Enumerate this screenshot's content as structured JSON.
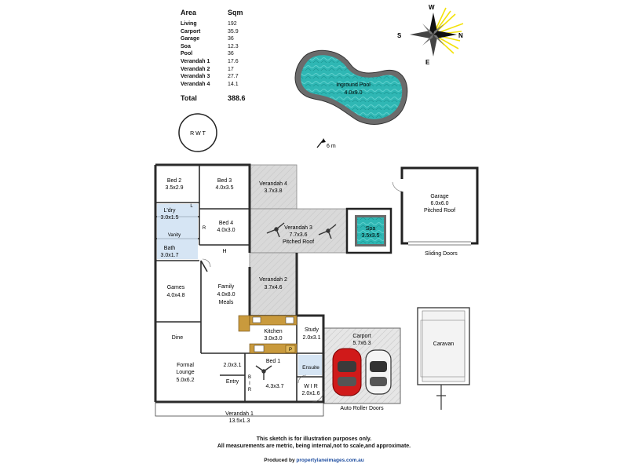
{
  "area_table": {
    "header_area": "Area",
    "header_sqm": "Sqm",
    "rows": [
      {
        "label": "Living",
        "value": "192"
      },
      {
        "label": "Carport",
        "value": "35.9"
      },
      {
        "label": "Garage",
        "value": "36"
      },
      {
        "label": "Soa",
        "value": "12.3"
      },
      {
        "label": "Pool",
        "value": "36"
      },
      {
        "label": "Verandah 1",
        "value": "17.6"
      },
      {
        "label": "Verandah 2",
        "value": "17"
      },
      {
        "label": "Verandah 3",
        "value": "27.7"
      },
      {
        "label": "Verandah 4",
        "value": "14.1"
      }
    ],
    "total_label": "Total",
    "total_value": "388.6"
  },
  "compass": {
    "n": "N",
    "s": "S",
    "e": "E",
    "w": "W"
  },
  "scale_label": "6 m",
  "rwt_label": "R W T",
  "rooms": {
    "bed2": {
      "name": "Bed 2",
      "dims": "3.5x2.9"
    },
    "bed3": {
      "name": "Bed 3",
      "dims": "4.0x3.5"
    },
    "bed4": {
      "name": "Bed 4",
      "dims": "4.0x3.0"
    },
    "ldry": {
      "name": "L'dry",
      "dims": "3.0x1.5"
    },
    "vanity": {
      "name": "Vanity"
    },
    "bath": {
      "name": "Bath",
      "dims": "3.0x1.7"
    },
    "games": {
      "name": "Games",
      "dims": "4.0x4.8"
    },
    "family": {
      "name": "Family",
      "dims": "4.0x8.0",
      "sub": "Meals"
    },
    "dine": {
      "name": "Dine"
    },
    "formal": {
      "name": "Formal",
      "sub": "Lounge",
      "dims": "5.0x6.2"
    },
    "kitchen": {
      "name": "Kitchen",
      "dims": "3.0x3.0"
    },
    "study": {
      "name": "Study",
      "dims": "2.0x3.1"
    },
    "bed1": {
      "name": "Bed 1",
      "dims": "4.3x3.7"
    },
    "hall": {
      "dims": "2.0x3.1"
    },
    "entry": {
      "name": "Entry"
    },
    "ensuite": {
      "name": "Ensuite"
    },
    "wir": {
      "name": "W I R",
      "dims": "2.0x1.6"
    },
    "verandah4": {
      "name": "Verandah 4",
      "dims": "3.7x3.8"
    },
    "verandah3": {
      "name": "Verandah 3",
      "dims": "7.7x3.6",
      "sub": "Pitched Roof"
    },
    "verandah2": {
      "name": "Verandah 2",
      "dims": "3.7x4.6"
    },
    "verandah1": {
      "name": "Verandah 1",
      "dims": "13.5x1.3"
    },
    "spa": {
      "name": "Spa",
      "dims": "3.5x3.5"
    },
    "pool": {
      "name": "Inground Pool",
      "dims": "4.0x9.0"
    },
    "garage": {
      "name": "Garage",
      "dims": "6.0x6.0",
      "sub": "Pitched Roof"
    },
    "carport": {
      "name": "Carport",
      "dims": "5.7x6.3"
    },
    "caravan": {
      "name": "Caravan"
    }
  },
  "labels": {
    "sliding_doors": "Sliding Doors",
    "auto_roller_doors": "Auto Roller Doors",
    "h_mark": "H",
    "bir": "B\nI\nR",
    "pantry": "P",
    "linen": "L",
    "robe": "R"
  },
  "footer": {
    "line1": "This sketch is for illustration purposes only.",
    "line2": "All measurements are metric, being internal,not to scale,and approximate.",
    "produced_by": "Produced by",
    "producer_link": "propertylaneimages.com.au"
  },
  "colors": {
    "wall": "#2b2b2b",
    "verandah_fill": "#d7d7d7",
    "pool_water": "#2fb7b4",
    "pool_edge": "#555555",
    "bench": "#c99a3d",
    "wet_area": "#cfe0f2",
    "car_red": "#d01a1a",
    "compass_ray": "#f3e20b"
  }
}
